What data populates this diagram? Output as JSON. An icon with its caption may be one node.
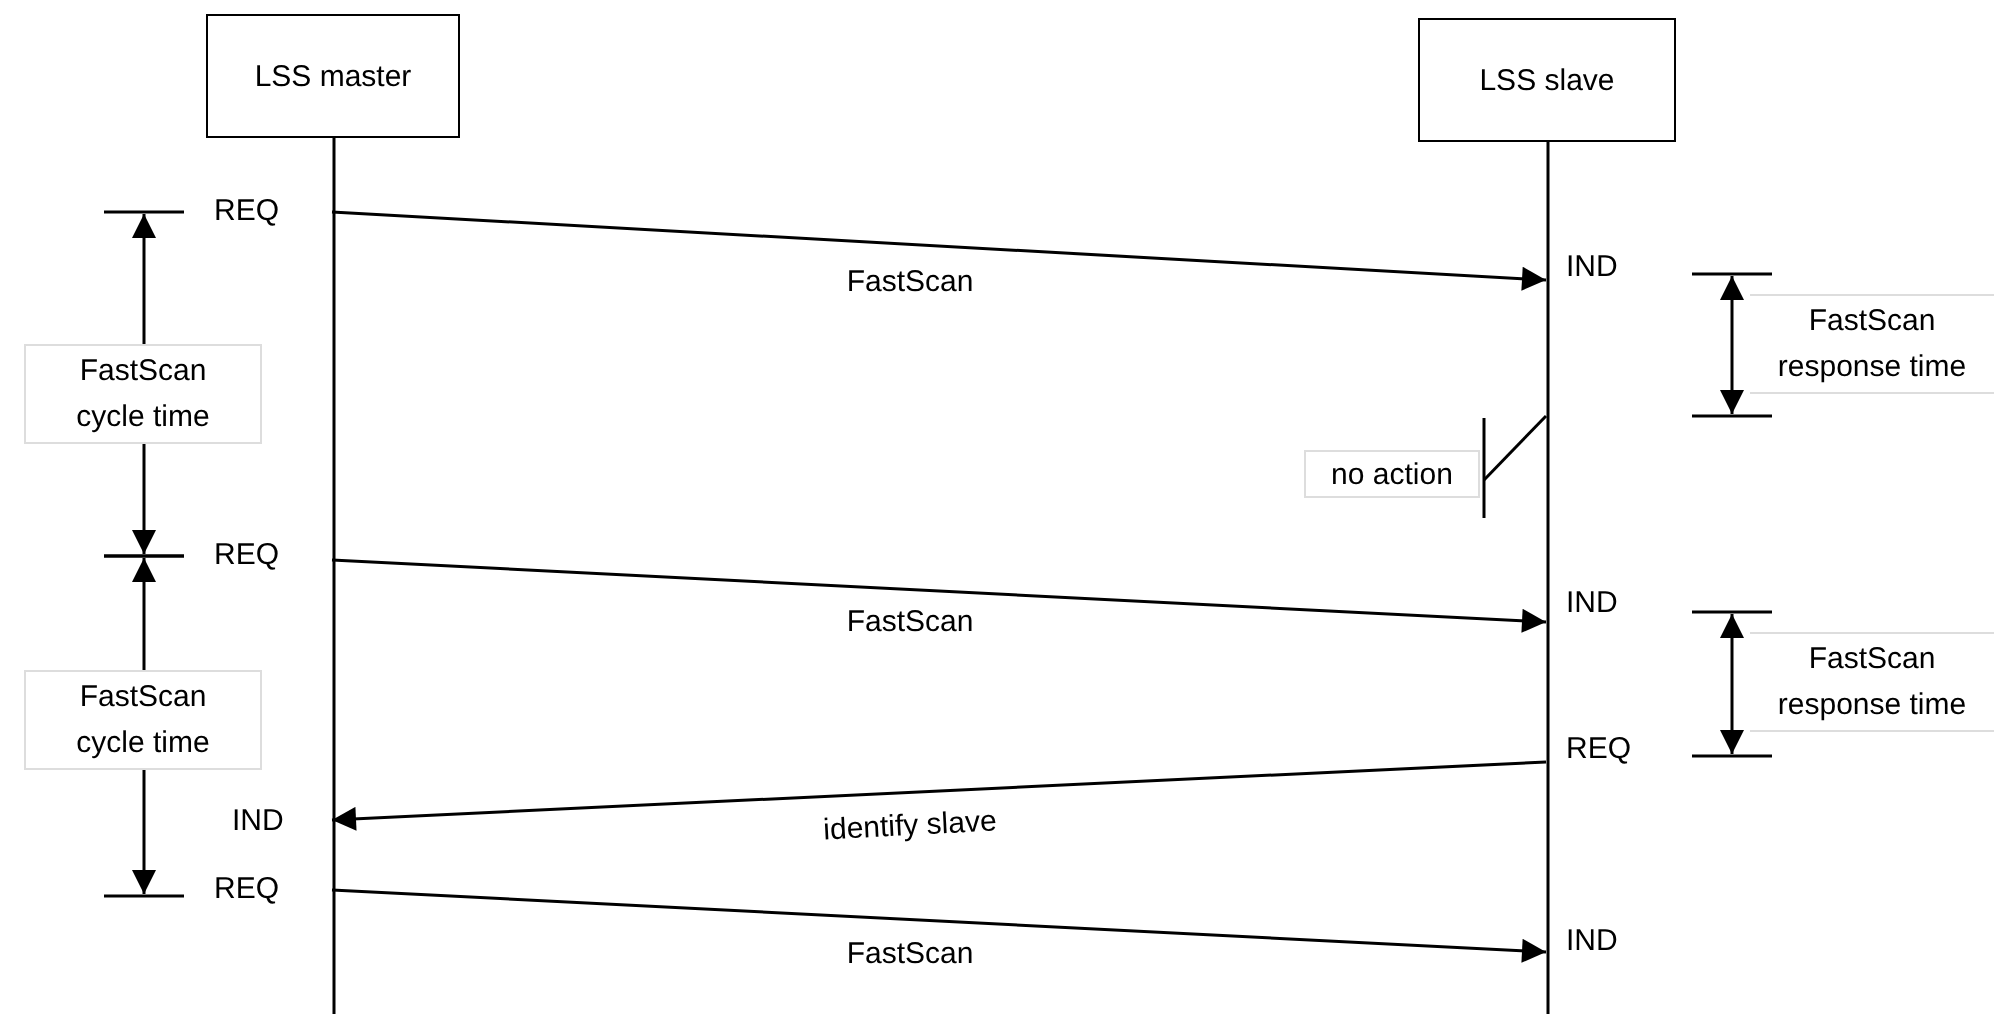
{
  "diagram": {
    "nodes": [
      {
        "text": [
          "LSS master"
        ]
      },
      {
        "text": [
          "LSS slave"
        ]
      },
      {
        "text": [
          "no action"
        ]
      }
    ],
    "edges": [
      {
        "from": 0,
        "to": 1,
        "arrow": "to",
        "label": "FastScan"
      },
      {
        "from": 0,
        "to": 1,
        "arrow": "to",
        "label": "FastScan"
      },
      {
        "from": 1,
        "to": 0,
        "arrow": "to",
        "label": "identify slave"
      },
      {
        "from": 0,
        "to": 1,
        "arrow": "to",
        "label": "FastScan"
      },
      {
        "from": 2,
        "to": 1,
        "arrow": "other"
      }
    ],
    "labels": [
      "REQ",
      "IND",
      "FastScan response time",
      "FastScan cycle time",
      "REQ",
      "IND",
      "FastScan response time",
      "FastScan cycle time",
      "REQ",
      "IND",
      "REQ",
      "IND"
    ]
  }
}
